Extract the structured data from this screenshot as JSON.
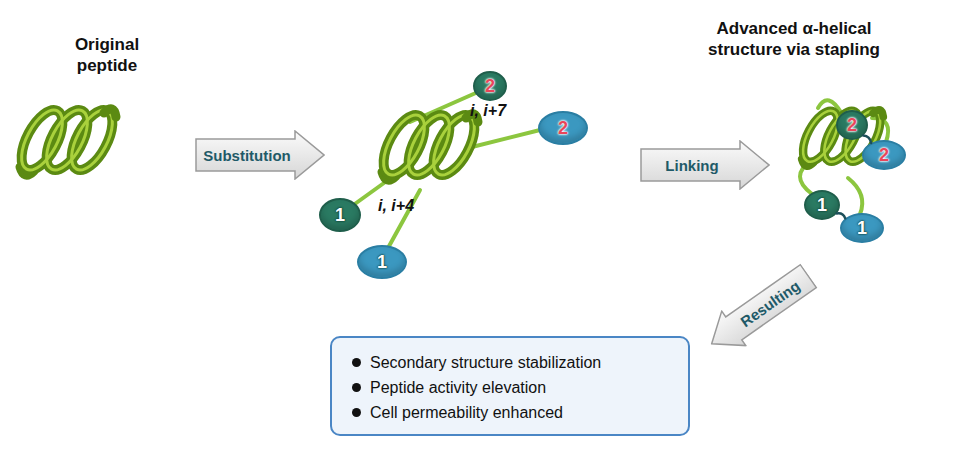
{
  "diagram": {
    "nodes": [
      {
        "text": [
          "Substitution"
        ]
      },
      {
        "text": [
          "2"
        ]
      },
      {
        "text": [
          "2"
        ]
      },
      {
        "text": [
          "1"
        ]
      },
      {
        "text": [
          "1"
        ]
      },
      {
        "text": [
          "Linking"
        ]
      },
      {
        "text": [
          "2"
        ]
      },
      {
        "text": [
          "2"
        ]
      },
      {
        "text": [
          "1"
        ]
      },
      {
        "text": [
          "1"
        ]
      },
      {
        "text": [
          "Resulting"
        ]
      },
      {
        "text": [
          "Secondary structure stabilization",
          "Peptide activity elevation",
          "Cell permeability enhanced"
        ]
      }
    ],
    "edges": [
      {
        "from": 6,
        "to": 7,
        "arrow": "none"
      },
      {
        "from": 8,
        "to": 9,
        "arrow": "none"
      }
    ],
    "labels": [
      "Original peptide",
      "i, i+7",
      "i, i+4",
      "Advanced α-helical structure via stapling"
    ]
  }
}
